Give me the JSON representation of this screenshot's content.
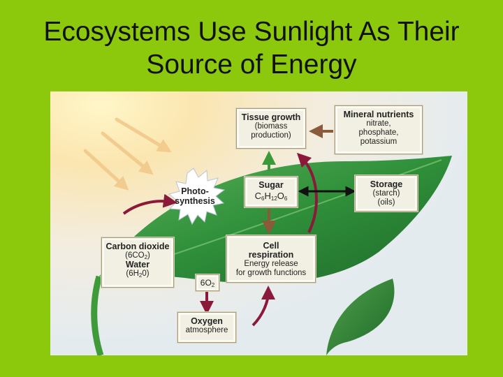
{
  "slide": {
    "title_line1": "Ecosystems Use Sunlight As Their",
    "title_line2": "Source of Energy"
  },
  "diagram": {
    "tissue_growth": {
      "heading": "Tissue growth",
      "line1": "(biomass",
      "line2": "production)"
    },
    "mineral_nutrients": {
      "heading": "Mineral nutrients",
      "line1": "nitrate,",
      "line2": "phosphate,",
      "line3": "potassium"
    },
    "photosynthesis": {
      "line1": "Photo-",
      "line2": "synthesis"
    },
    "sugar": {
      "heading": "Sugar",
      "formula_c": "C",
      "formula_c_sub": "6",
      "formula_h": "H",
      "formula_h_sub": "12",
      "formula_o": "O",
      "formula_o_sub": "6"
    },
    "storage": {
      "heading": "Storage",
      "line1": "(starch)",
      "line2": "(oils)"
    },
    "carbon_dioxide": {
      "heading": "Carbon dioxide",
      "co2_prefix": "(6CO",
      "co2_sub": "2",
      "co2_suffix": ")",
      "water_heading": "Water",
      "h2o_prefix": "(6H",
      "h2o_sub": "2",
      "h2o_suffix": "0)"
    },
    "cell_respiration": {
      "heading1": "Cell",
      "heading2": "respiration",
      "line1": "Energy release",
      "line2": "for growth functions"
    },
    "oxygen_out": {
      "prefix": "6O",
      "sub": "2"
    },
    "oxygen": {
      "heading": "Oxygen",
      "line1": "atmosphere"
    },
    "colors": {
      "background": "#8cc90c",
      "leaf": "#2f8f3a",
      "arrow_red": "#8b1a3a",
      "arrow_green": "#3a9a3a",
      "arrow_brown": "#8a5a3a"
    }
  }
}
